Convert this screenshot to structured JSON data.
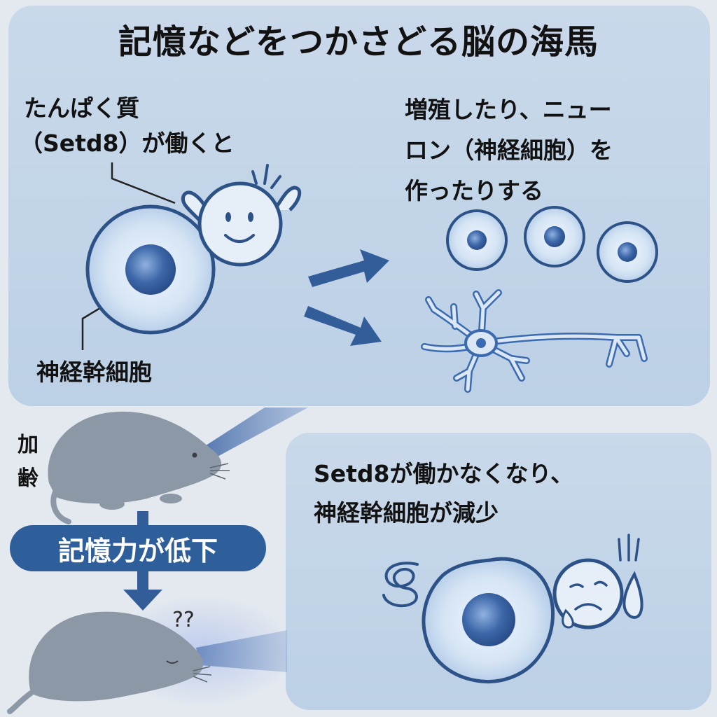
{
  "title": "記憶などをつかさどる脳の海馬",
  "protein": {
    "line1": "たんぱく質",
    "line2": "（Setd8）が働くと"
  },
  "result": {
    "line1": "増殖したり、ニュー",
    "line2": "ロン（神経細胞）を",
    "line3": "作ったりする"
  },
  "stem_cell_label": "神経幹細胞",
  "aging_label": "加齢",
  "memory_decline": "記憶力が低下",
  "decline": {
    "line1": "Setd8が働かなくなり、",
    "line2": "神経幹細胞が減少"
  },
  "question_marks": "??",
  "colors": {
    "accent": "#2f5f9a",
    "panel": "#c9d9ea",
    "mouse": "#8c98a6",
    "cell_core": "#3d67a8",
    "outline": "#2c5288"
  },
  "icons": [
    "smiling-protein-character",
    "sad-protein-character",
    "neuron-icon",
    "mouse-icon",
    "arrow-icon"
  ]
}
